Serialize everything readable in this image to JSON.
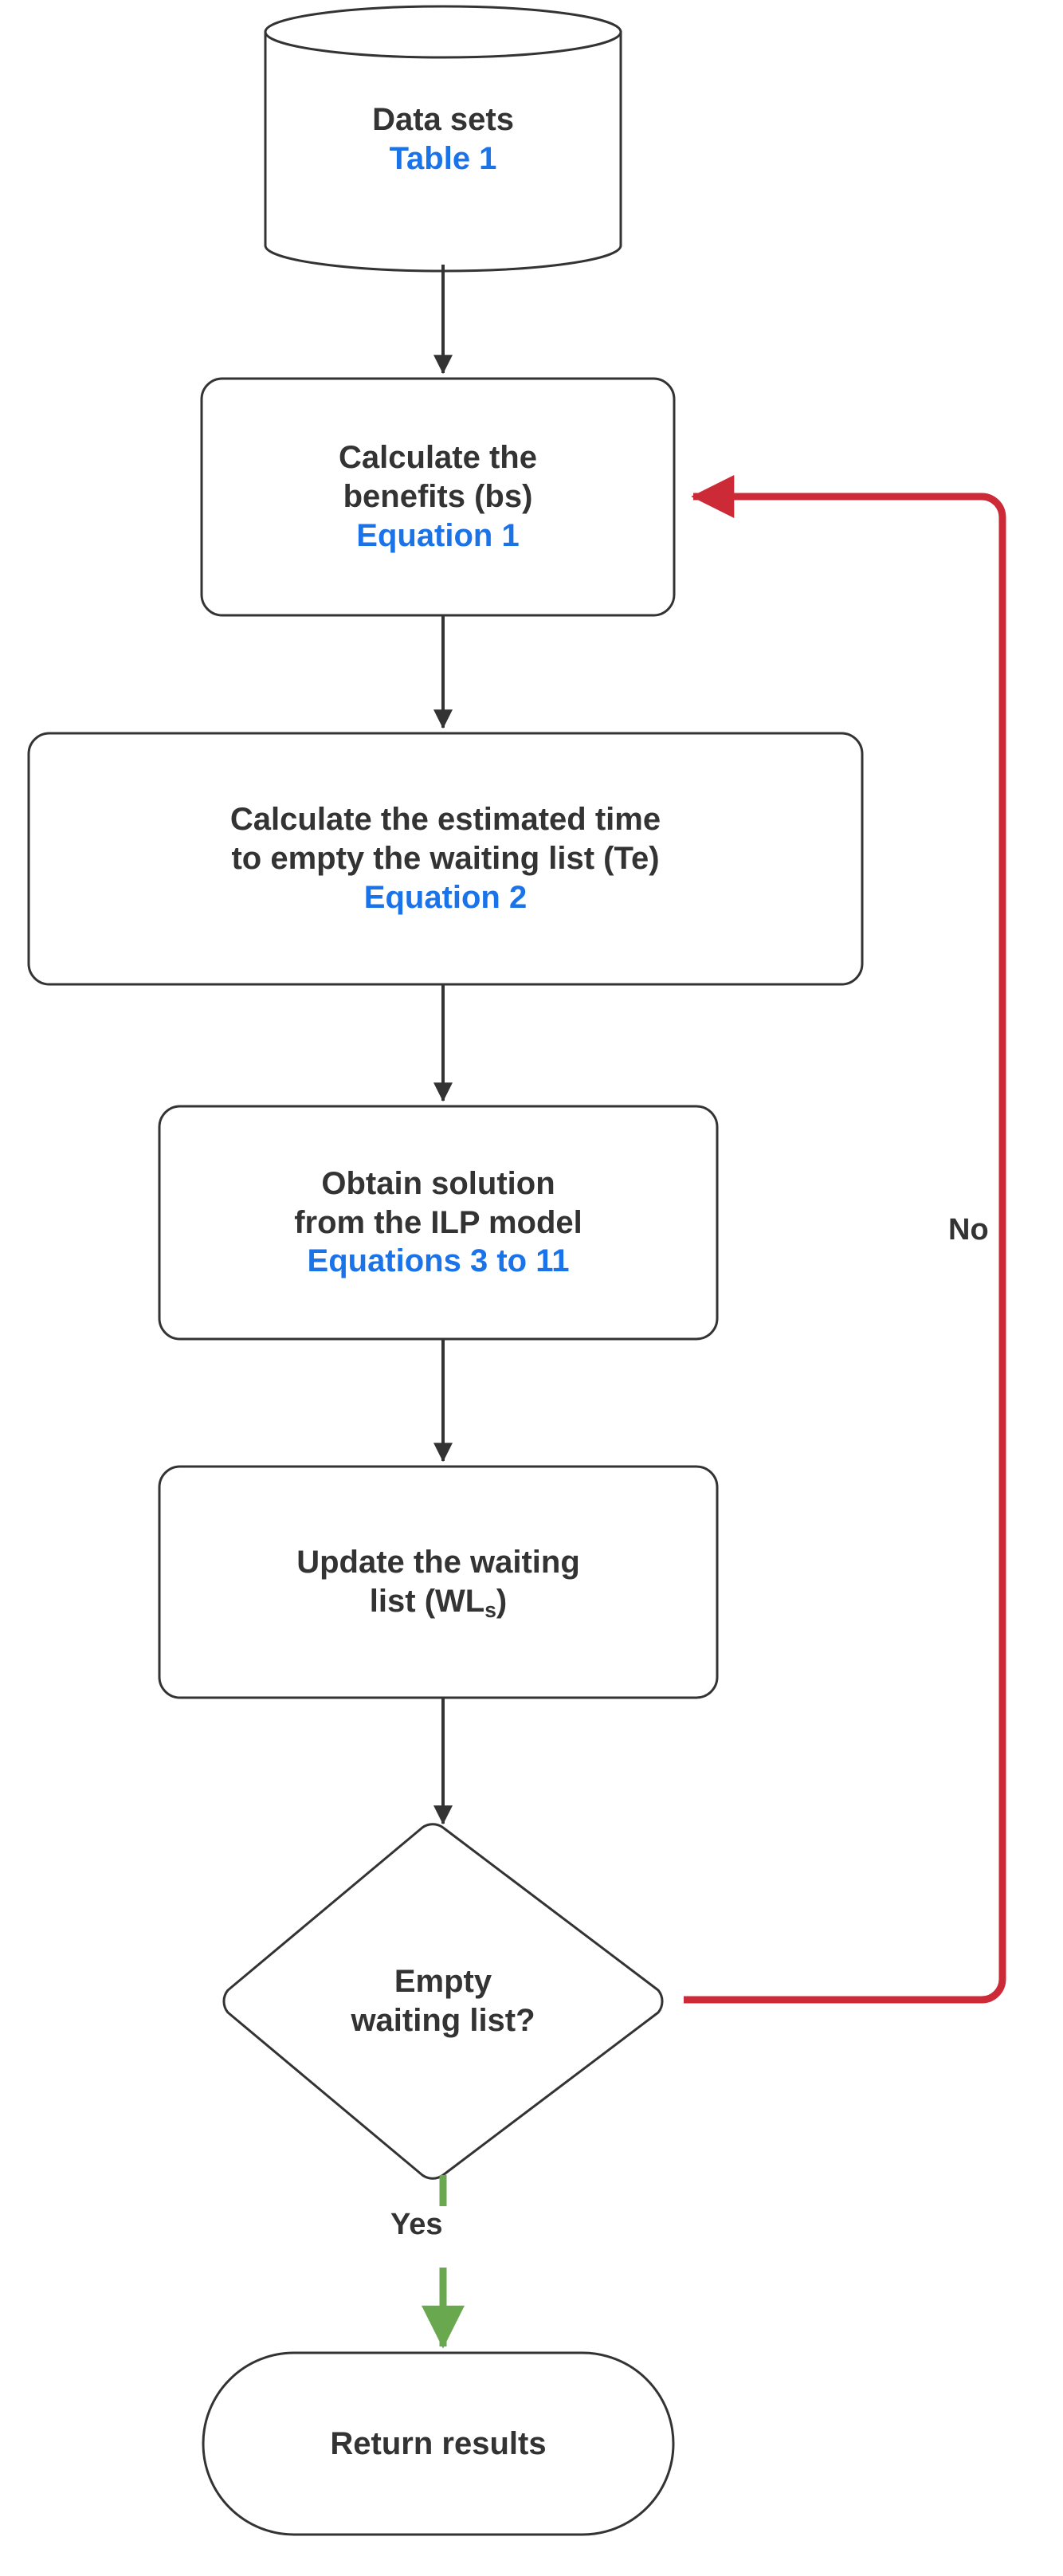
{
  "diagram": {
    "type": "flowchart",
    "title": "Solution algorithm flowchart",
    "colors": {
      "stroke": "#333333",
      "text": "#333333",
      "reference": "#1a73e8",
      "no_branch": "#CC2A36",
      "yes_branch": "#6AA84F",
      "background": "#ffffff"
    },
    "nodes": {
      "datasets": {
        "shape": "cylinder",
        "line1": "Data sets",
        "ref": "Table 1"
      },
      "benefits": {
        "shape": "rounded-rect",
        "line1": "Calculate the",
        "line2": "benefits (bs)",
        "ref": "Equation 1"
      },
      "estimated_time": {
        "shape": "rounded-rect",
        "line1": "Calculate the estimated time",
        "line2": "to empty the waiting list (Te)",
        "ref": "Equation 2"
      },
      "ilp": {
        "shape": "rounded-rect",
        "line1": "Obtain solution",
        "line2": "from the ILP model",
        "ref": "Equations 3 to 11"
      },
      "update": {
        "shape": "rounded-rect",
        "line1": "Update the waiting",
        "line2_prefix": "list (WL",
        "line2_sub": "s",
        "line2_suffix": ")"
      },
      "decision": {
        "shape": "diamond",
        "line1": "Empty",
        "line2": "waiting list?"
      },
      "return": {
        "shape": "stadium",
        "line1": "Return results"
      }
    },
    "edges": {
      "no_label": "No",
      "yes_label": "Yes"
    }
  }
}
